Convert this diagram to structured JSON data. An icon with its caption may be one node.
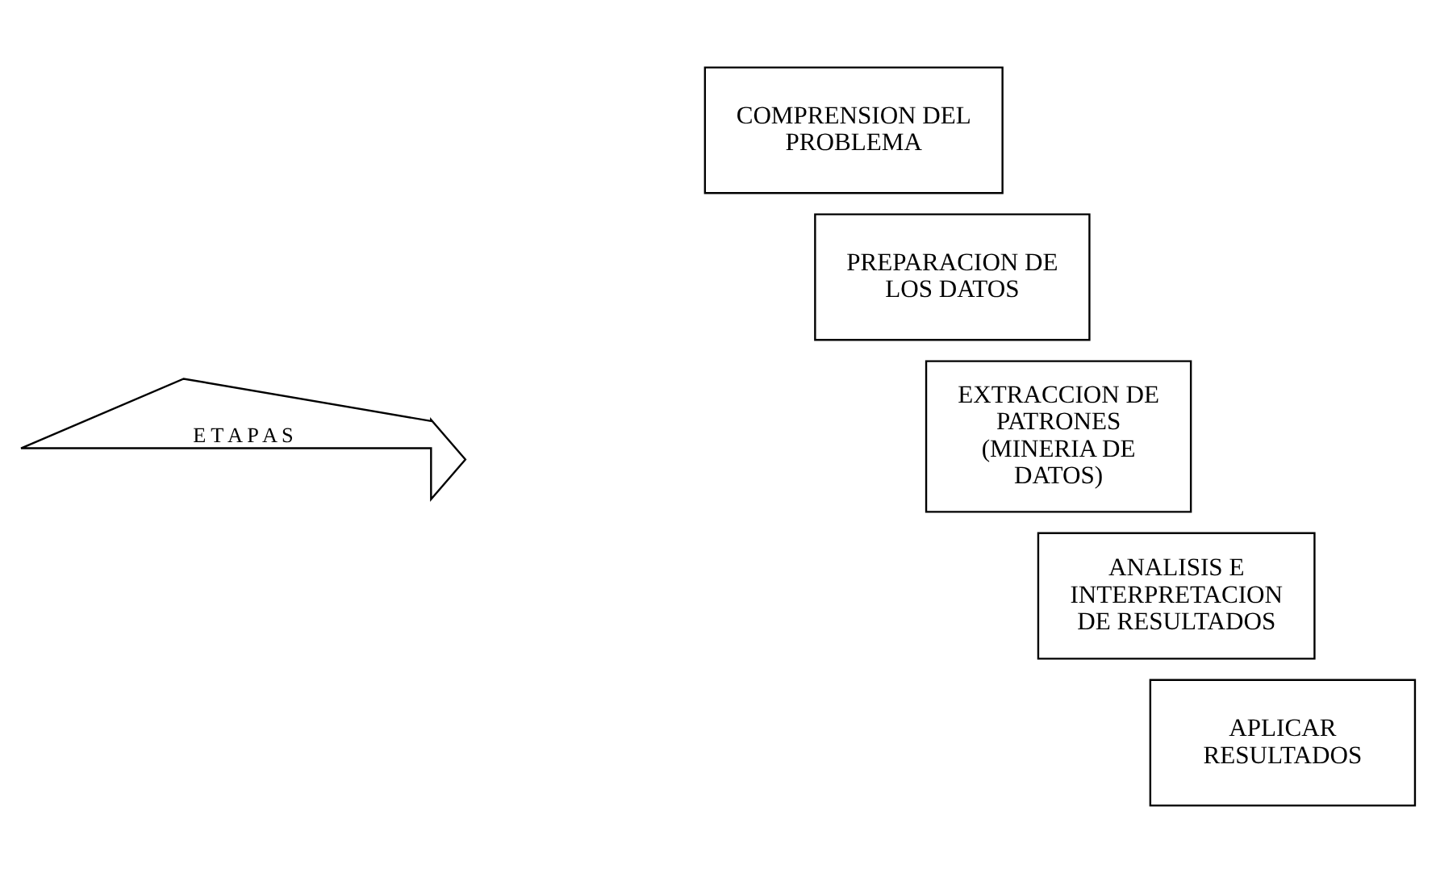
{
  "diagram": {
    "nodes": [
      {
        "text": [
          "COMPRENSION DEL PROBLEMA"
        ]
      },
      {
        "text": [
          "PREPARACION DE LOS DATOS"
        ]
      },
      {
        "text": [
          "EXTRACCION DE PATRONES (MINERIA DE DATOS)"
        ]
      },
      {
        "text": [
          "ANALISIS E INTERPRETACION DE RESULTADOS"
        ]
      },
      {
        "text": [
          "APLICAR RESULTADOS"
        ]
      },
      {
        "text": [
          "E T A P A S"
        ]
      }
    ],
    "edges": []
  }
}
